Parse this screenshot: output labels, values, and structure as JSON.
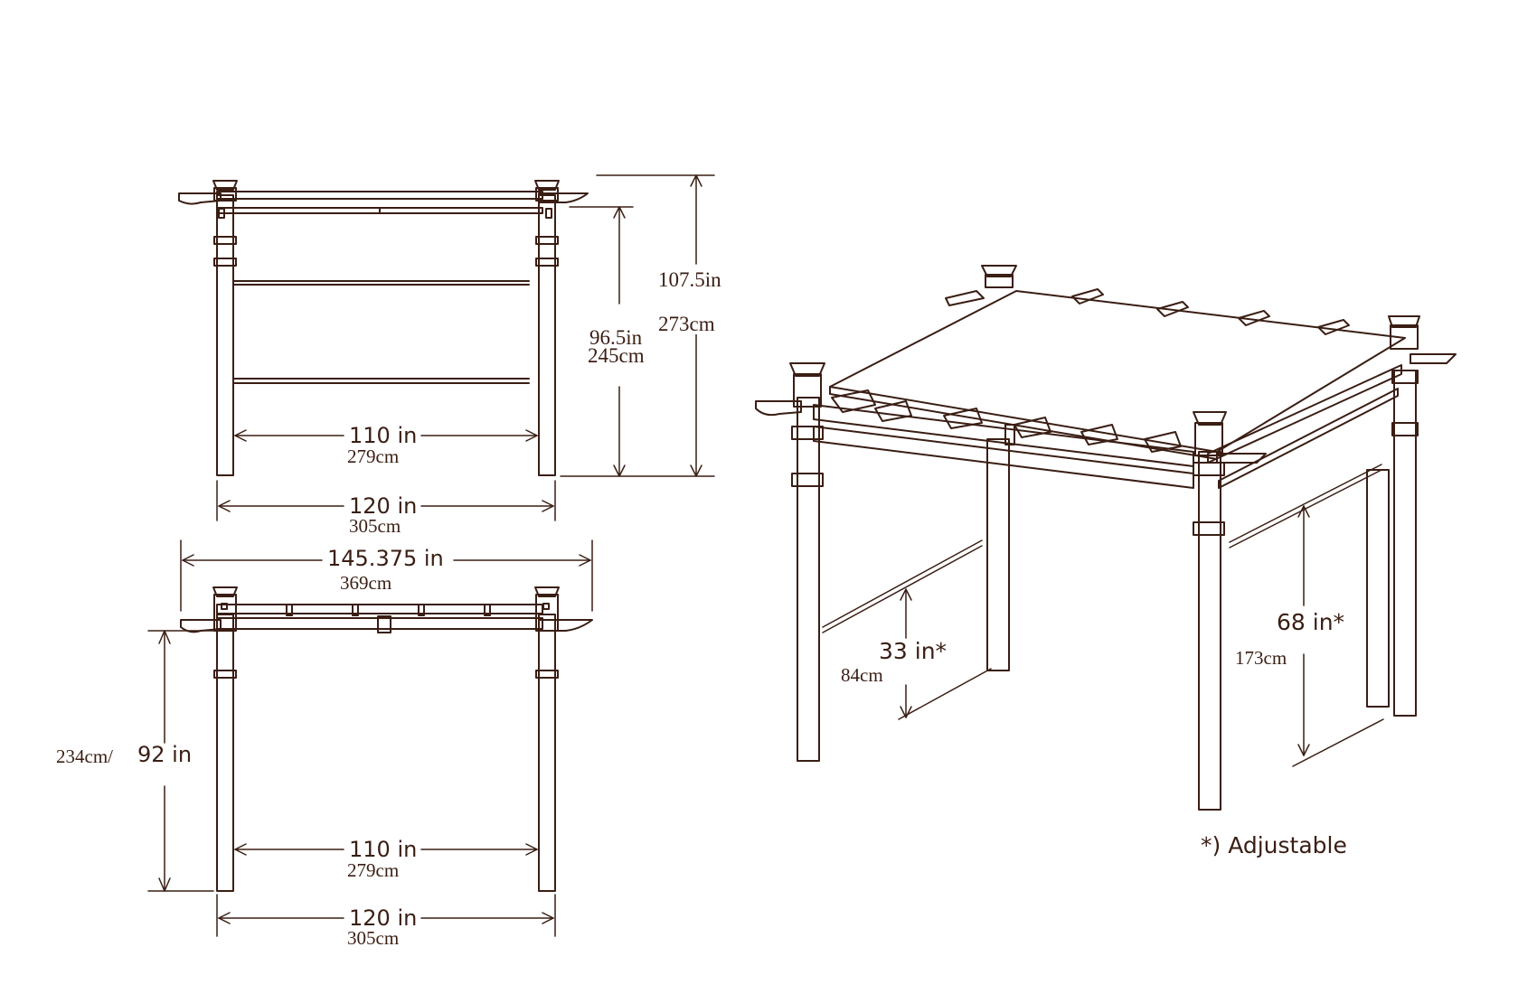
{
  "front_view": {
    "total_height_in": "107.5in",
    "total_height_cm": "273cm",
    "clearance_in": "96.5in",
    "clearance_cm": "245cm",
    "inner_width_in": "110 in",
    "inner_width_cm": "279cm",
    "outer_width_in": "120 in",
    "outer_width_cm": "305cm"
  },
  "side_view": {
    "overall_length_in": "145.375 in",
    "overall_length_cm": "369cm",
    "height_cm": "234cm/",
    "height_in": "92 in",
    "inner_width_in": "110 in",
    "inner_width_cm": "279cm",
    "outer_width_in": "120 in",
    "outer_width_cm": "305cm"
  },
  "perspective_view": {
    "low_rail_in": "33 in*",
    "low_rail_cm": "84cm",
    "high_rail_in": "68 in*",
    "high_rail_cm": "173cm"
  },
  "footnote": "*) Adjustable",
  "colors": {
    "line": "#3a1e14",
    "background": "#ffffff"
  }
}
